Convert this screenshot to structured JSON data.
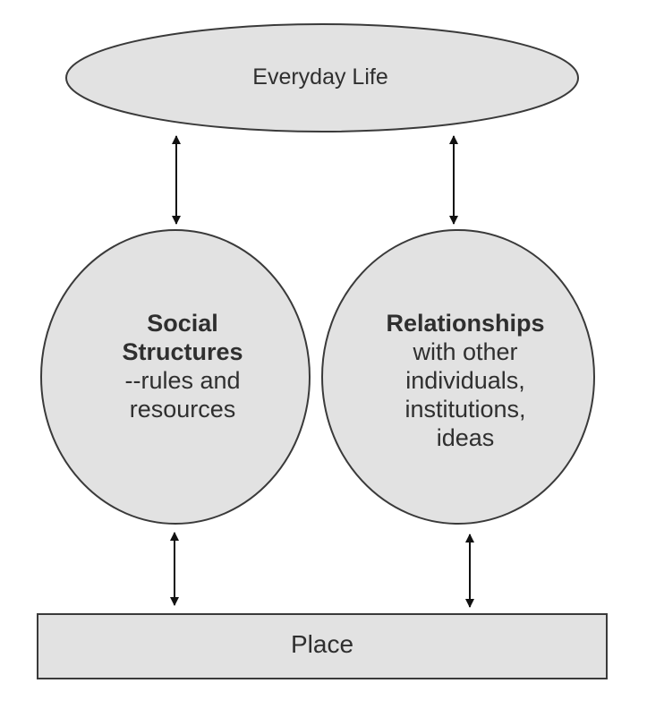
{
  "nodes": {
    "everyday_life": {
      "label": "Everyday Life"
    },
    "social_structures": {
      "title_line1": "Social",
      "title_line2": "Structures",
      "body_line1": "--rules and",
      "body_line2": "resources"
    },
    "relationships": {
      "title": "Relationships",
      "body_line1": "with other",
      "body_line2": "individuals,",
      "body_line3": "institutions,",
      "body_line4": "ideas"
    },
    "place": {
      "label": "Place"
    }
  },
  "edges": [
    {
      "from": "everyday_life",
      "to": "social_structures",
      "bidirectional": true
    },
    {
      "from": "everyday_life",
      "to": "relationships",
      "bidirectional": true
    },
    {
      "from": "social_structures",
      "to": "place",
      "bidirectional": true
    },
    {
      "from": "relationships",
      "to": "place",
      "bidirectional": true
    }
  ],
  "colors": {
    "fill": "#e2e2e2",
    "stroke": "#3a3a3a",
    "text": "#2f2f2f"
  }
}
